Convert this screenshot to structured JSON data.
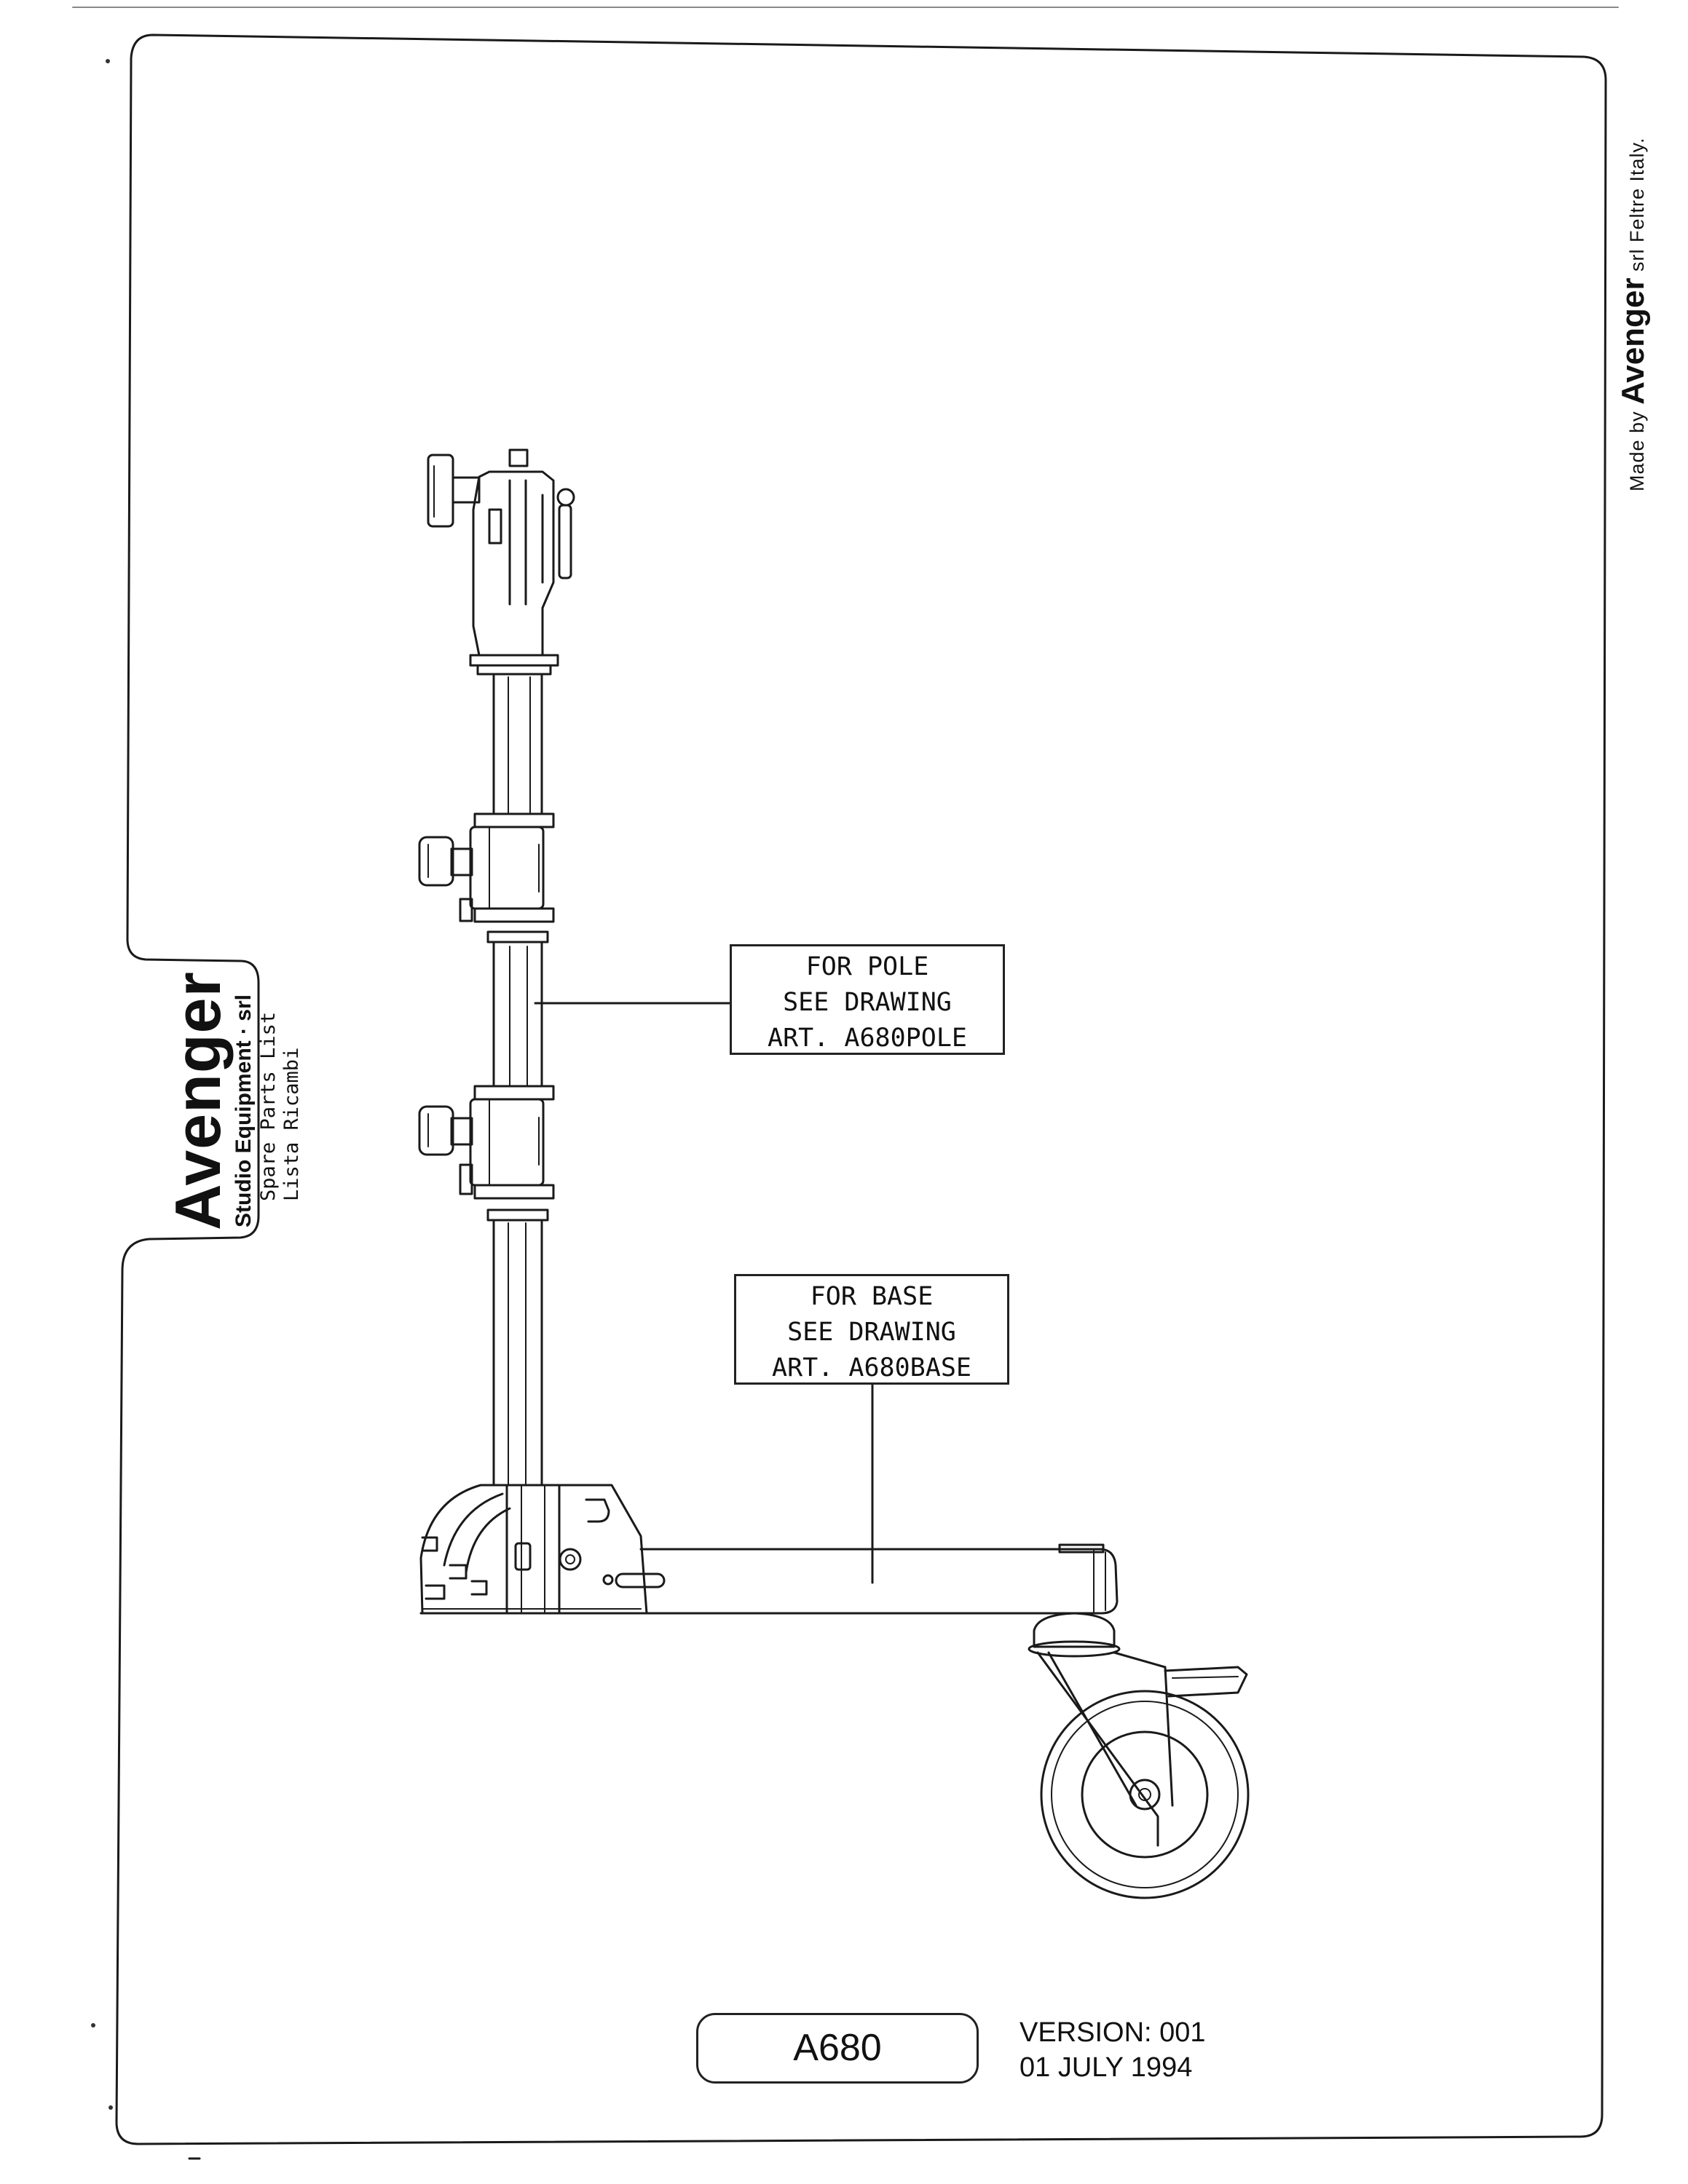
{
  "credit": {
    "prefix": "Made by",
    "brand": "Avenger",
    "suffix": "srl Feltre Italy."
  },
  "tab": {
    "brand": "Avenger",
    "company": "Studio Equipment · srl",
    "line1": "Spare Parts List",
    "line2": "Lista Ricambi"
  },
  "callouts": {
    "pole": [
      "FOR POLE",
      "SEE DRAWING",
      "ART. A680POLE"
    ],
    "base": [
      "FOR BASE",
      "SEE DRAWING",
      "ART. A680BASE"
    ]
  },
  "footer": {
    "model": "A680",
    "version": "VERSION: 001",
    "date": "01 JULY 1994"
  }
}
